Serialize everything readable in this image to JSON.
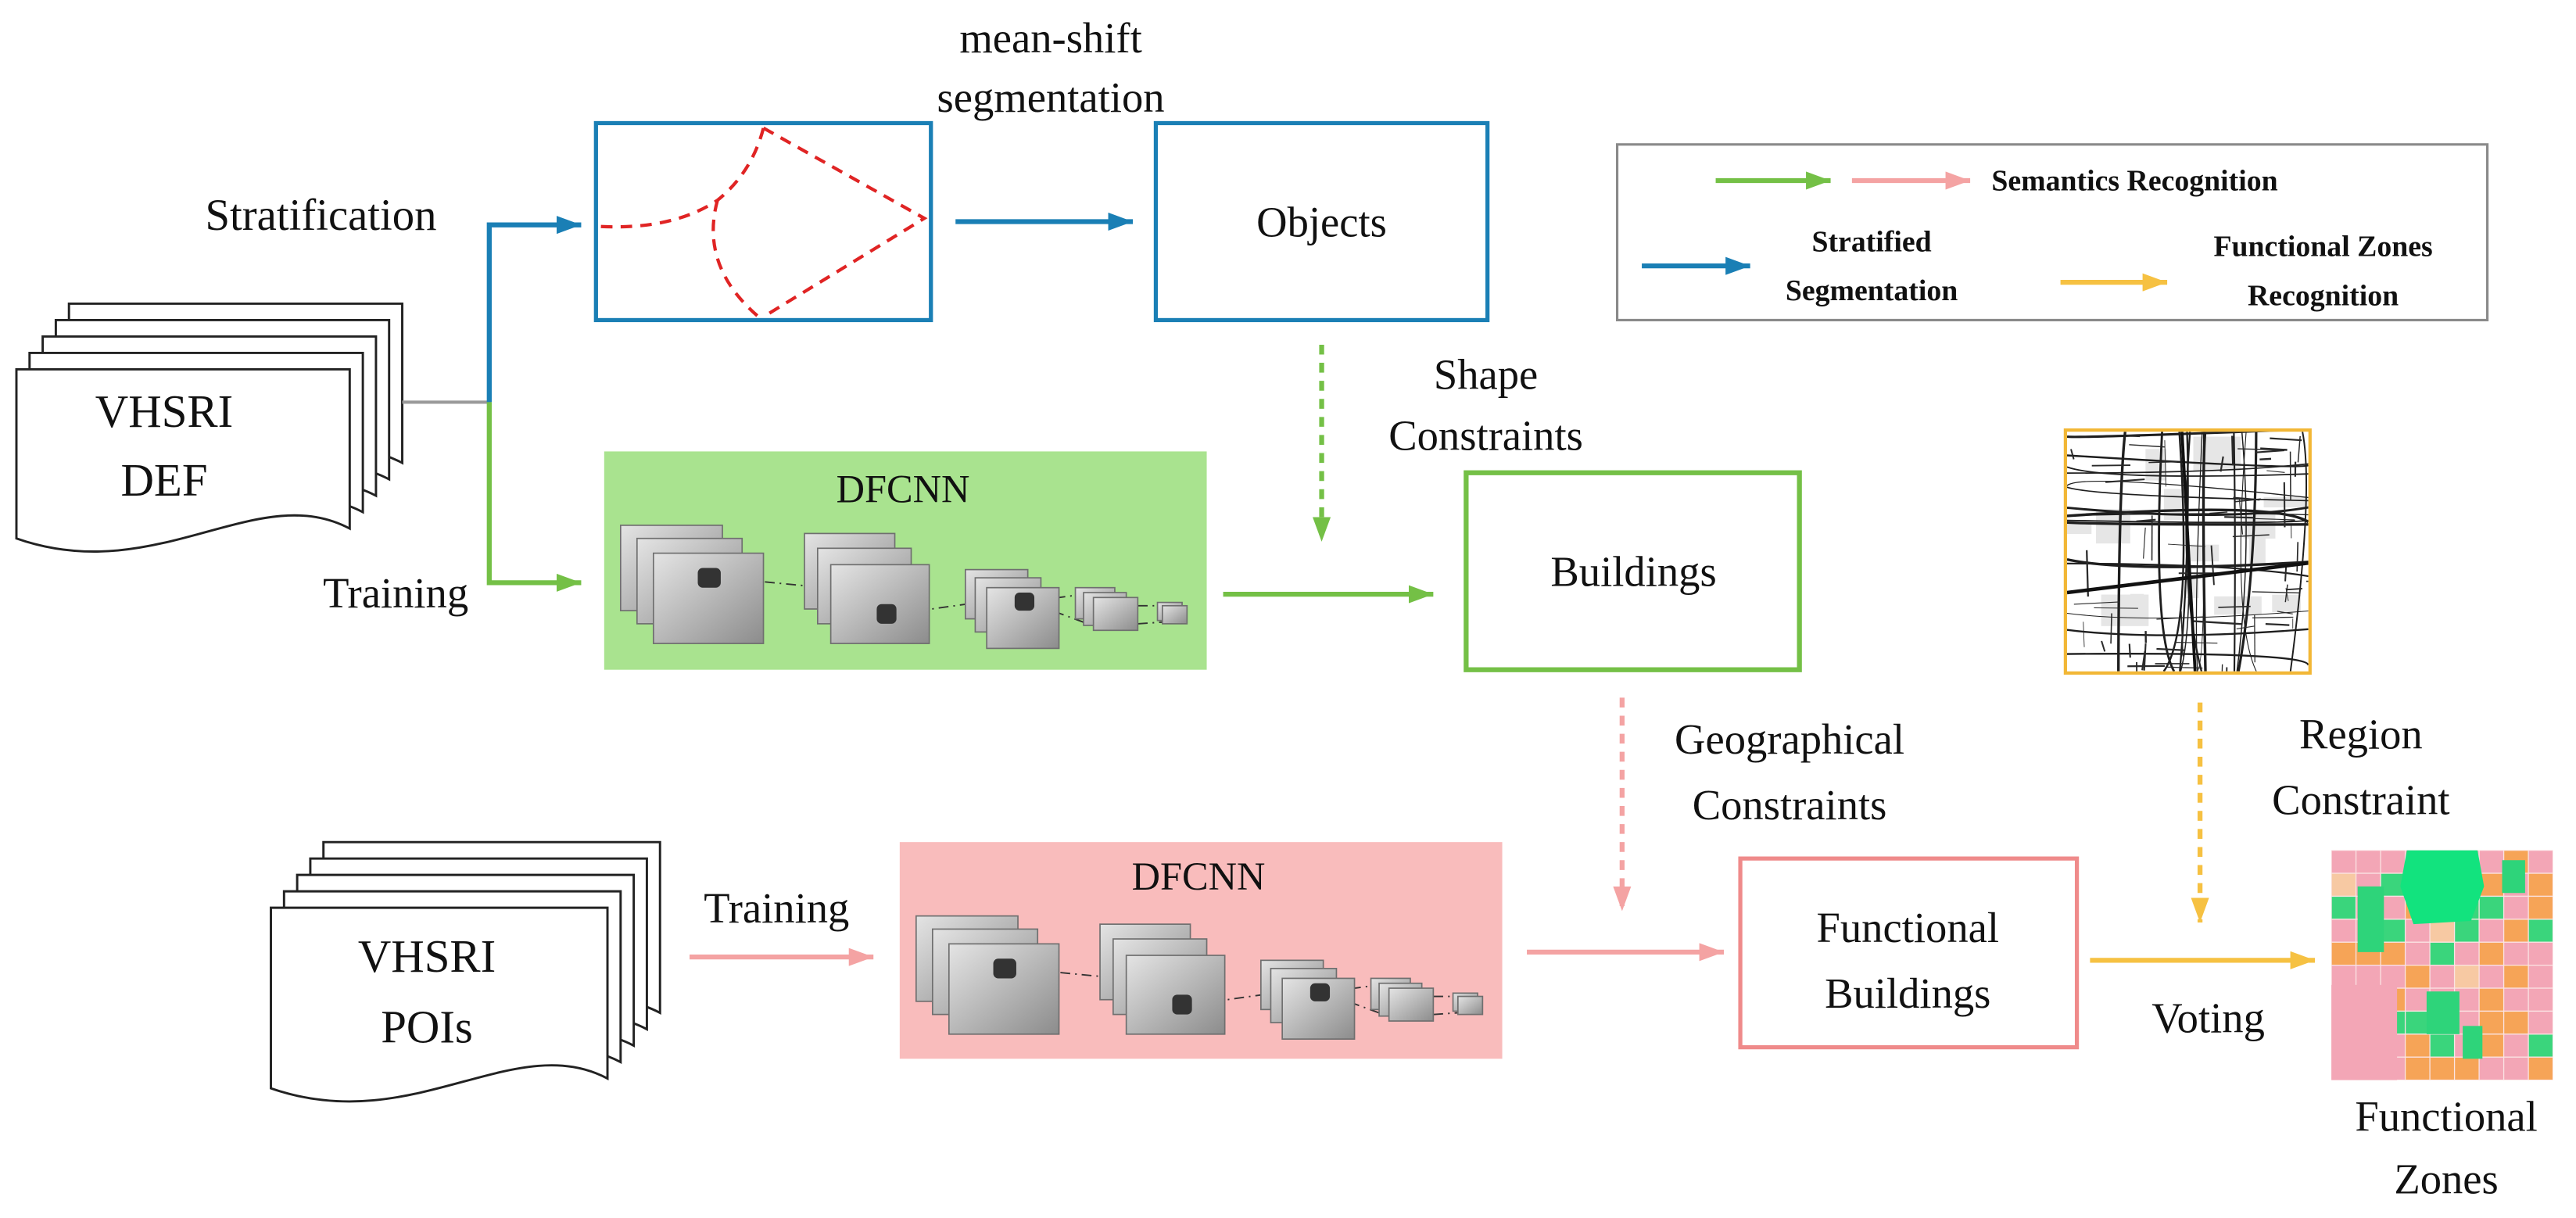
{
  "diagram": {
    "source_top": {
      "line1": "VHSRI",
      "line2": "DEF"
    },
    "stratification": "Stratification",
    "training_top": "Training",
    "mean_shift": {
      "line1": "mean-shift",
      "line2": "segmentation"
    },
    "objects": "Objects",
    "shape_constraints": {
      "line1": "Shape",
      "line2": "Constraints"
    },
    "dfcnn_top": "DFCNN",
    "buildings": "Buildings",
    "geographical_constraints": {
      "line1": "Geographical",
      "line2": "Constraints"
    },
    "region_constraint": {
      "line1": "Region",
      "line2": "Constraint"
    },
    "source_bottom": {
      "line1": "VHSRI",
      "line2": "POIs"
    },
    "training_bottom": "Training",
    "dfcnn_bottom": "DFCNN",
    "functional_buildings": {
      "line1": "Functional",
      "line2": "Buildings"
    },
    "voting": "Voting",
    "functional_zones": {
      "line1": "Functional",
      "line2": "Zones"
    }
  },
  "legend": {
    "semantics_recognition": "Semantics Recognition",
    "stratified_segmentation": {
      "line1": "Stratified",
      "line2": "Segmentation"
    },
    "functional_zones_recognition": {
      "line1": "Functional Zones",
      "line2": "Recognition"
    }
  },
  "colors": {
    "stratified_segmentation": "#1a7fb5",
    "semantics_recognition_green": "#74c046",
    "semantics_recognition_pink": "#f4a3a3",
    "functional_zones_recognition": "#f6c142",
    "segment_boundaries": "#e02424",
    "dfcnn_top_fill": "#a9e38f",
    "dfcnn_bottom_fill": "#f9bcbc"
  }
}
